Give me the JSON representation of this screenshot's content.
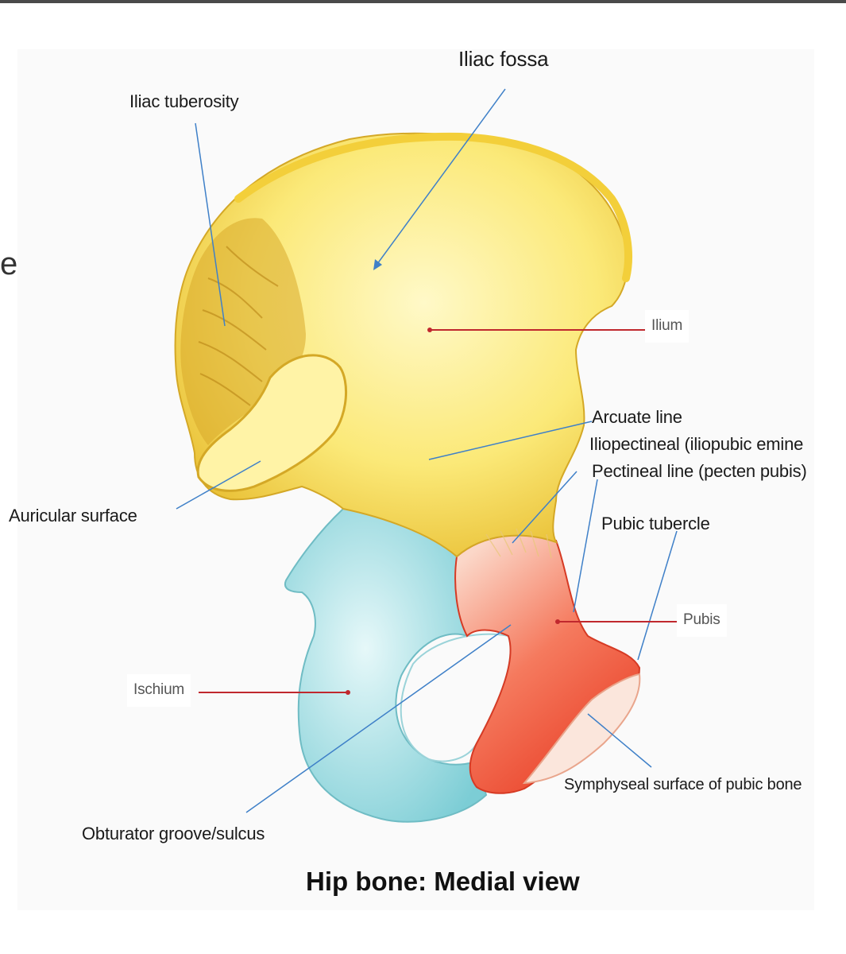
{
  "slide_fragment": "e",
  "title": "Hip bone: Medial view",
  "labels": {
    "iliac_fossa": "Iliac fossa",
    "iliac_tuberosity": "Iliac tuberosity",
    "ilium": "Ilium",
    "arcuate_line": "Arcuate line",
    "iliopectineal": "Iliopectineal (iliopubic emine",
    "pectineal_line": "Pectineal line (pecten pubis)",
    "pubic_tubercle": "Pubic tubercle",
    "auricular_surface": "Auricular surface",
    "pubis": "Pubis",
    "ischium": "Ischium",
    "symphyseal_surface": "Symphyseal surface of pubic bone",
    "obturator_groove": "Obturator groove/sulcus"
  },
  "colors": {
    "ilium": "#f6dc4a",
    "ischium": "#a9e0e4",
    "pubis": "#f3563a",
    "leader_line": "#3f80c8",
    "pointer_line": "#c0282e"
  }
}
